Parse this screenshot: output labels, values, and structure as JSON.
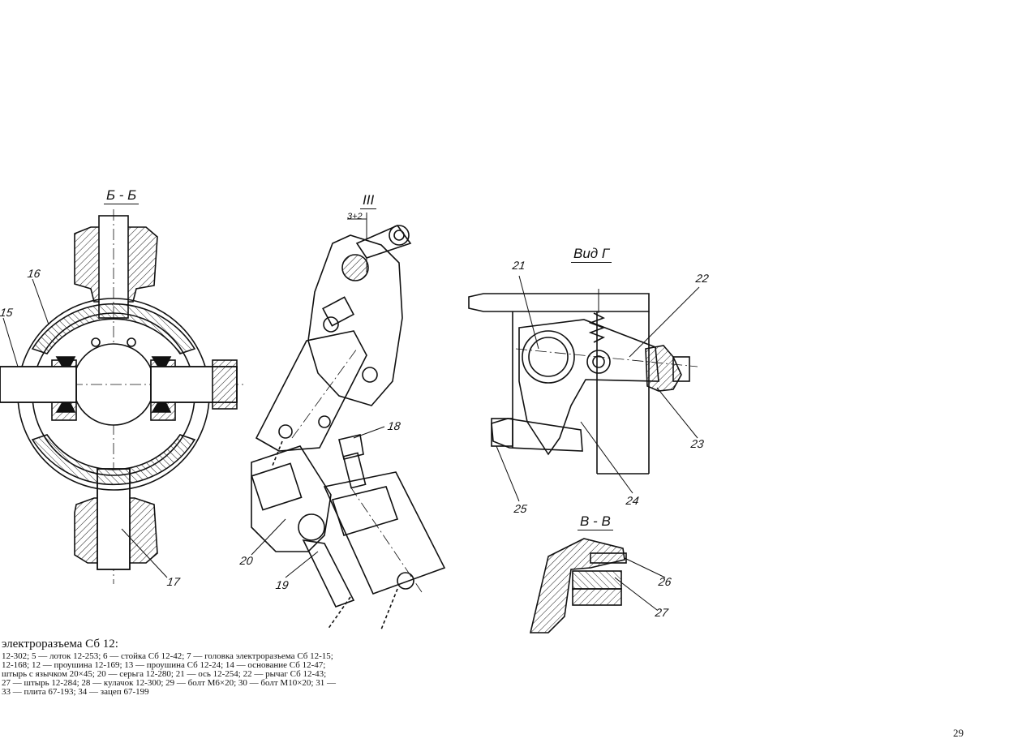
{
  "views": {
    "section_bb": "Б - Б",
    "detail_iii": "III",
    "view_g": "Вид Г",
    "section_vv": "В - В"
  },
  "dimension": "3+2",
  "callouts": {
    "c15": "15",
    "c16": "16",
    "c17": "17",
    "c18": "18",
    "c19": "19",
    "c20": "20",
    "c21": "21",
    "c22": "22",
    "c23": "23",
    "c24": "24",
    "c25": "25",
    "c26": "26",
    "c27": "27"
  },
  "caption": {
    "title": "электроразъема Сб 12:",
    "lines": [
      "12-302; 5 — лоток 12-253; 6 — стойка Сб 12-42; 7 — головка электроразъема Сб 12-15;",
      "12-168; 12 — проушина 12-169; 13 — проушина Сб 12-24; 14 — основание Сб 12-47;",
      "штырь с язычком 20×45; 20 — серьга 12-280; 21 — ось 12-254; 22 — рычаг Сб 12-43;",
      "27 — штырь 12-284; 28 — кулачок 12-300; 29 — болт М6×20; 30 — болт М10×20; 31 —",
      "33 — плита 67-193; 34 — зацеп 67-199"
    ]
  },
  "page_number": "29"
}
